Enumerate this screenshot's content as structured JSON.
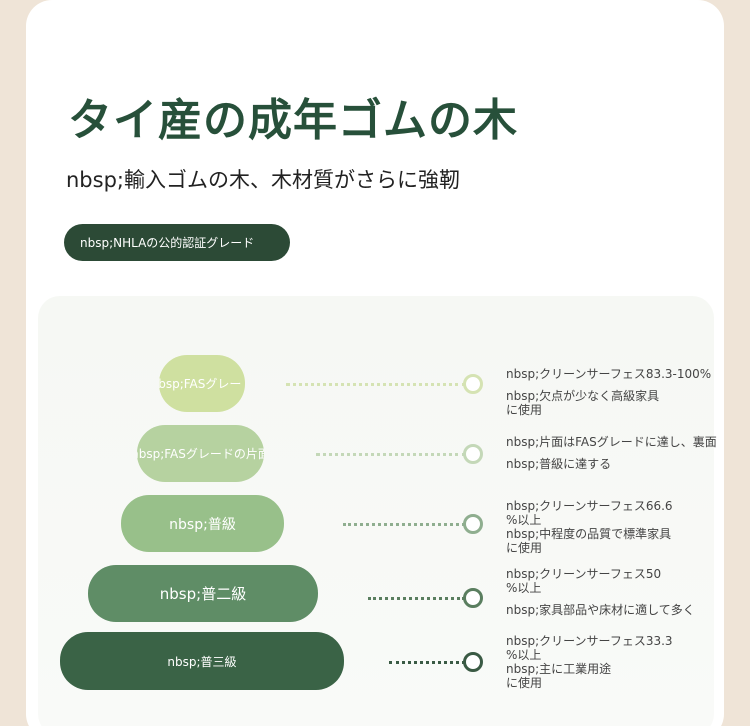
{
  "title": "タイ産の成年ゴムの木",
  "subtitle": "nbsp;輸入ゴムの木、木材質がさらに強靭",
  "badge": "nbsp;NHLAの公的認証グレード",
  "grades": [
    {
      "label": "nbsp;FASグレード",
      "color": "#cfe0a0",
      "dot_color": "#d5e3b3",
      "desc": [
        "nbsp;クリーンサーフェス83.3-100%",
        "",
        "nbsp;欠点が少なく高級家具",
        "に使用"
      ]
    },
    {
      "label": "nbsp;FASグレードの片面",
      "color": "#b6d2a0",
      "dot_color": "#c4d8b8",
      "desc": [
        "nbsp;片面はFASグレードに達し、裏面",
        "",
        "nbsp;普級に達する"
      ]
    },
    {
      "label": "nbsp;普級",
      "color": "#98c08a",
      "dot_color": "#8fae8f",
      "desc": [
        "nbsp;クリーンサーフェス66.6",
        "%以上",
        "nbsp;中程度の品質で標準家具",
        "に使用"
      ]
    },
    {
      "label": "nbsp;普二級",
      "color": "#5f8d66",
      "dot_color": "#5a7e5f",
      "desc": [
        "nbsp;クリーンサーフェス50",
        "%以上",
        "",
        "nbsp;家具部品や床材に適して多く"
      ]
    },
    {
      "label": "nbsp;普三級",
      "color": "#3a6346",
      "dot_color": "#3a5a44",
      "desc": [
        "nbsp;クリーンサーフェス33.3",
        "%以上",
        "nbsp;主に工業用途",
        "に使用"
      ]
    }
  ]
}
